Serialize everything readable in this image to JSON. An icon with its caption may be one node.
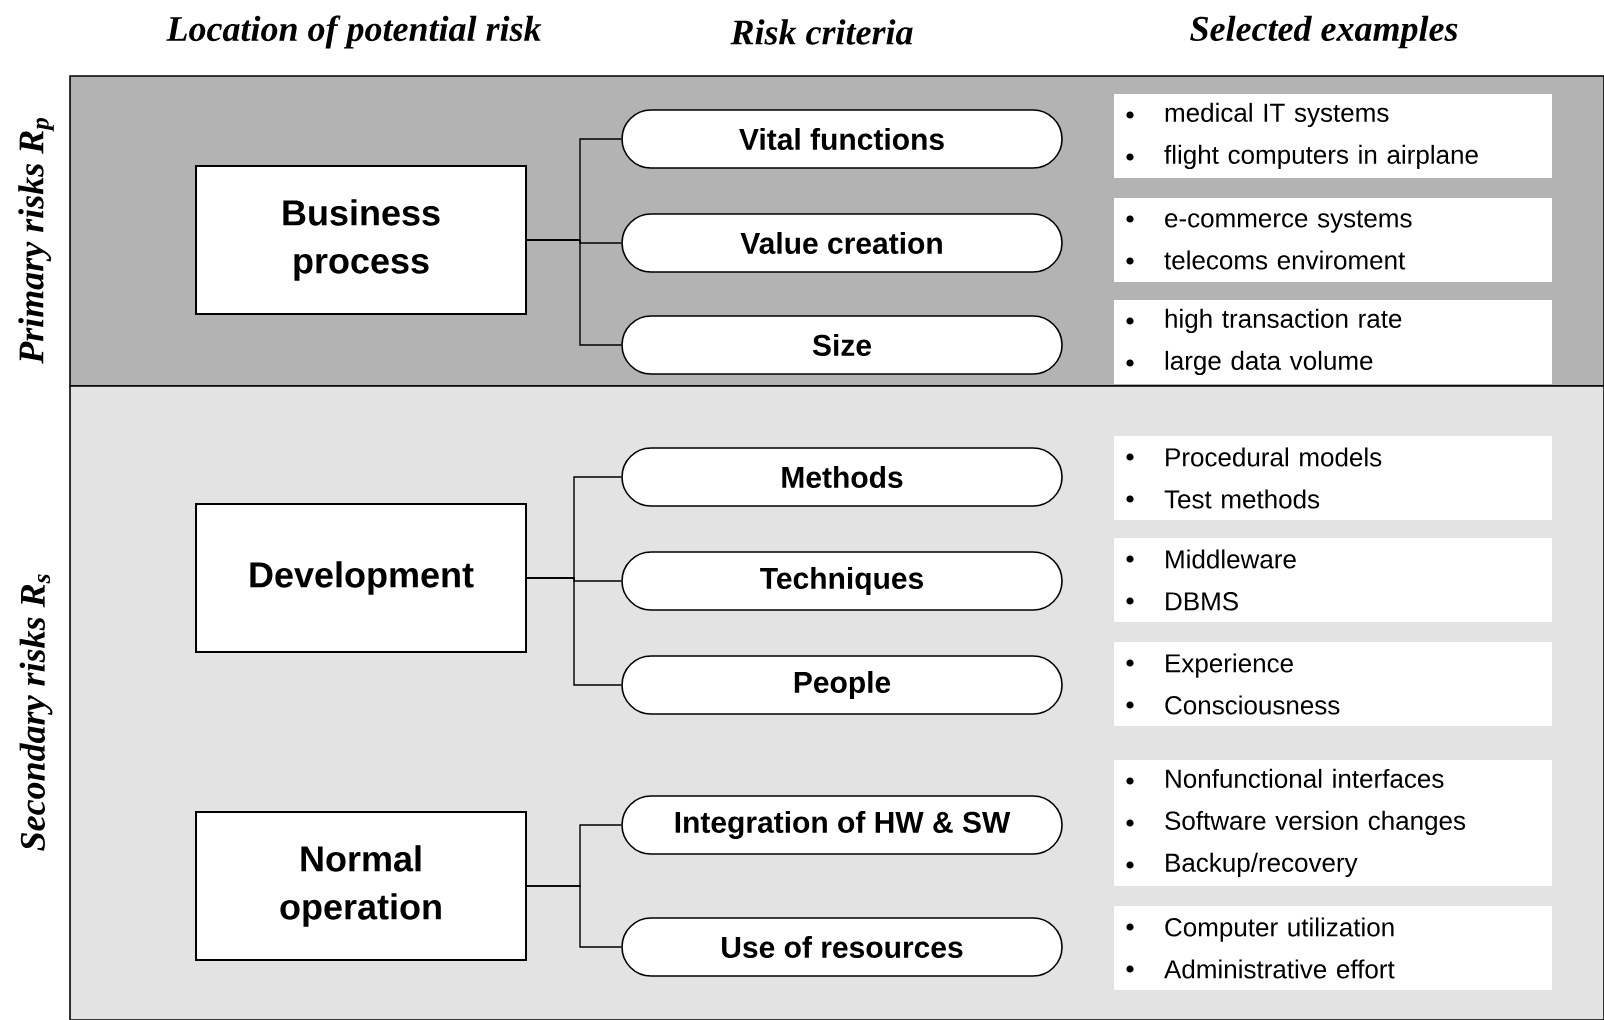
{
  "diagram": {
    "nodes": [
      {
        "text": [
          "Primary risks R$_{p}$"
        ]
      },
      {
        "text": [
          "Business process"
        ],
        "in": 0
      },
      {
        "text": [
          "Vital functions"
        ],
        "in": 0
      },
      {
        "text": [
          "Value creation"
        ],
        "in": 0
      },
      {
        "text": [
          "Size"
        ],
        "in": 0
      },
      {
        "text": [
          "medical IT systems",
          "flight computers in airplane"
        ],
        "in": 0
      },
      {
        "text": [
          "e-commerce systems",
          "telecoms enviroment"
        ],
        "in": 0
      },
      {
        "text": [
          "high transaction rate",
          "large data volume"
        ],
        "in": 0
      },
      {
        "text": [
          "Secondary risks R$_{s}$"
        ]
      },
      {
        "text": [
          "Development"
        ],
        "in": 8
      },
      {
        "text": [
          "Methods"
        ],
        "in": 8
      },
      {
        "text": [
          "Techniques"
        ],
        "in": 8
      },
      {
        "text": [
          "People"
        ],
        "in": 8
      },
      {
        "text": [
          "Procedural models",
          "Test methods"
        ],
        "in": 8
      },
      {
        "text": [
          "Middleware",
          "DBMS"
        ],
        "in": 8
      },
      {
        "text": [
          "Experience",
          "Consciousness"
        ],
        "in": 8
      },
      {
        "text": [
          "Normal operation"
        ],
        "in": 8
      },
      {
        "text": [
          "Integration of HW & SW"
        ],
        "in": 8
      },
      {
        "text": [
          "Use of resources"
        ],
        "in": 8
      },
      {
        "text": [
          "Nonfunctional interfaces",
          "Software version changes",
          "Backup/recovery"
        ],
        "in": 8
      },
      {
        "text": [
          "Computer utilization",
          "Administrative effort"
        ],
        "in": 8
      }
    ],
    "edges": [
      {
        "from": 1,
        "to": 2,
        "arrow": "none"
      },
      {
        "from": 1,
        "to": 3,
        "arrow": "none"
      },
      {
        "from": 1,
        "to": 4,
        "arrow": "none"
      },
      {
        "from": 9,
        "to": 10,
        "arrow": "none"
      },
      {
        "from": 9,
        "to": 11,
        "arrow": "none"
      },
      {
        "from": 9,
        "to": 12,
        "arrow": "none"
      },
      {
        "from": 16,
        "to": 17,
        "arrow": "none"
      },
      {
        "from": 16,
        "to": 18,
        "arrow": "none"
      }
    ],
    "labels": [
      "Location of potential risk",
      "Risk criteria",
      "Selected examples"
    ]
  }
}
